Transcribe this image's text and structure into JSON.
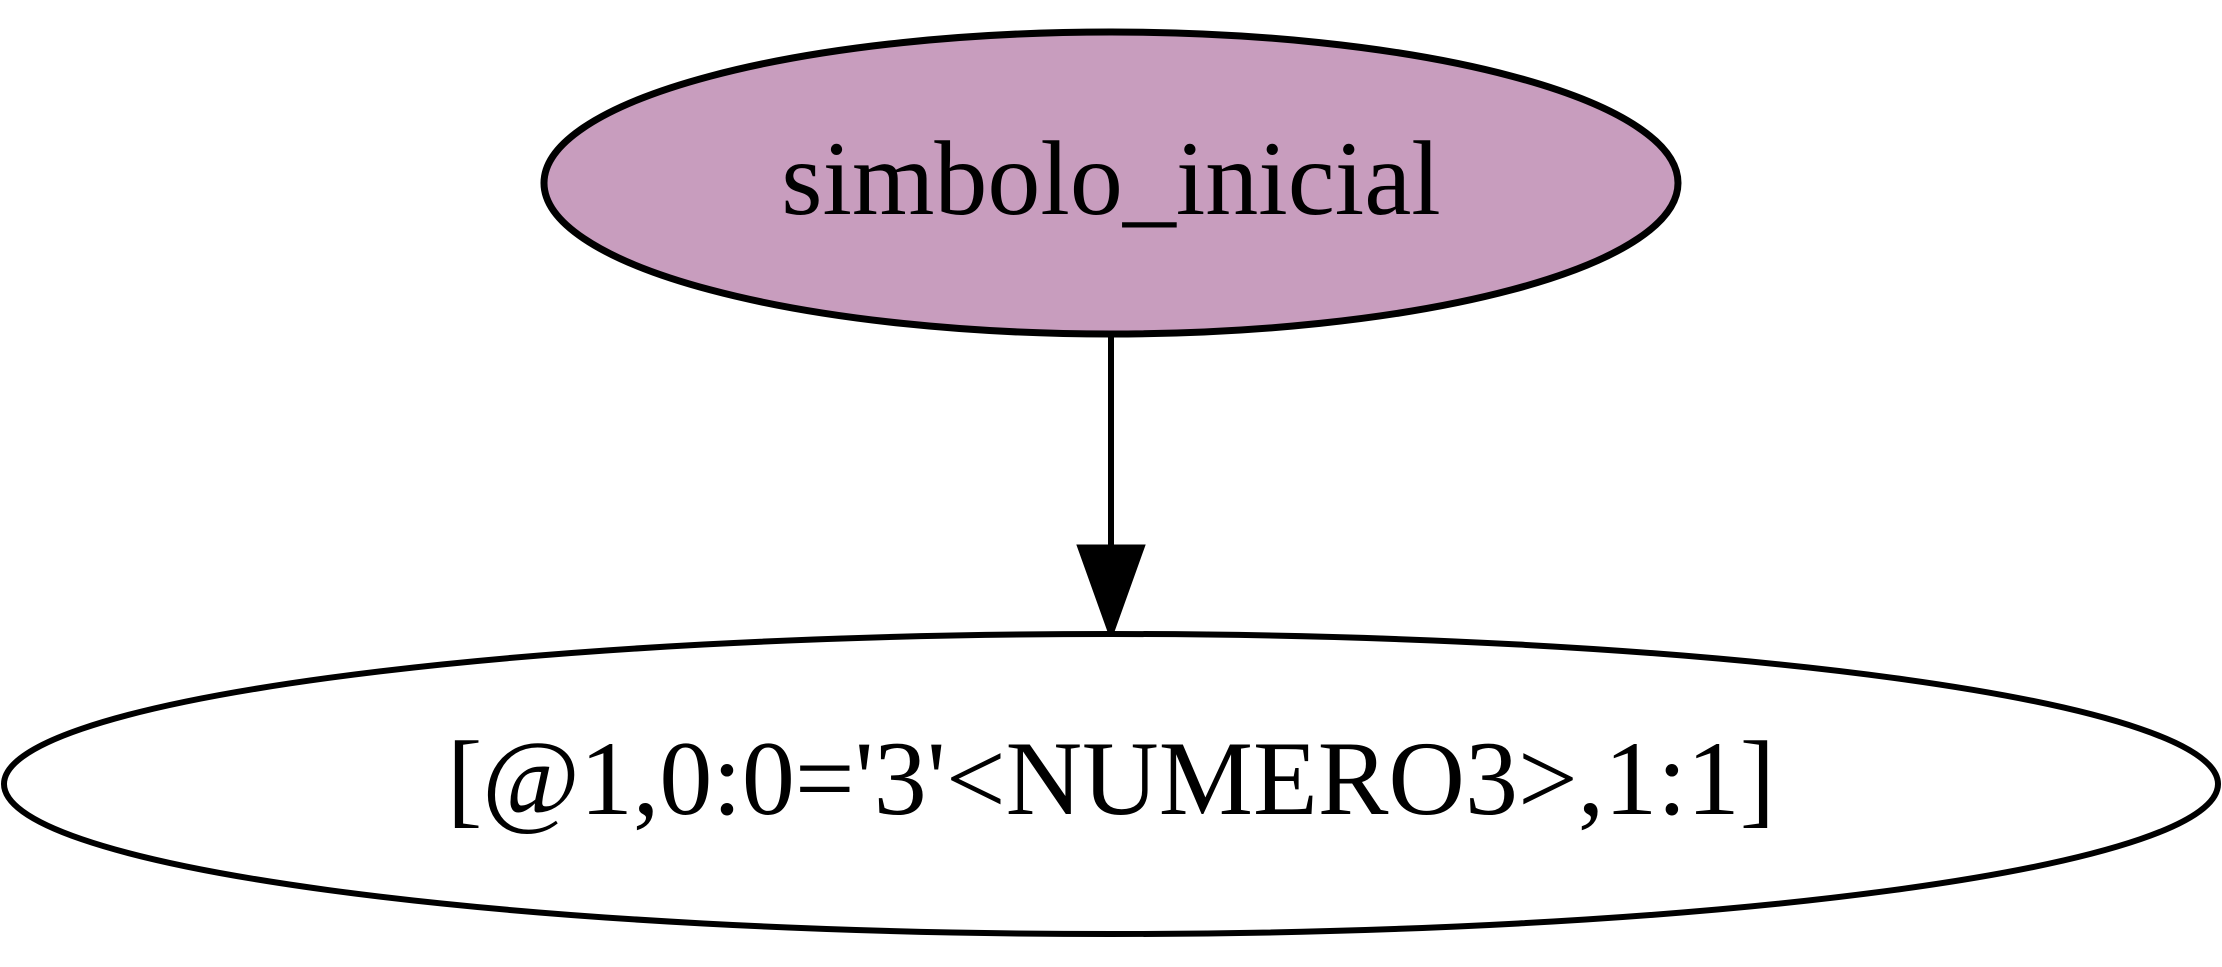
{
  "nodes": {
    "root": {
      "label": "simbolo_inicial",
      "fill_color": "#c89dbe",
      "stroke_color": "#000000"
    },
    "child": {
      "label": "[@1,0:0='3'<NUMERO3>,1:1]",
      "fill_color": "#ffffff",
      "stroke_color": "#000000"
    }
  },
  "edge": {
    "from": "simbolo_inicial",
    "to": "[@1,0:0='3'<NUMERO3>,1:1]",
    "color": "#000000"
  }
}
